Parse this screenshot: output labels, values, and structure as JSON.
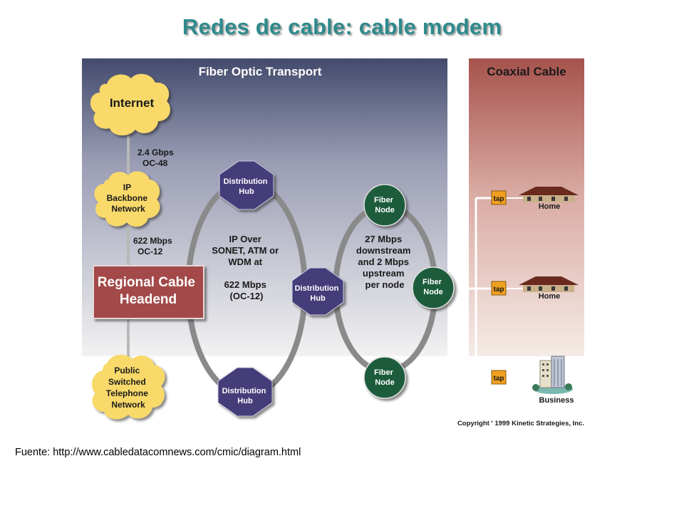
{
  "title": "Redes de cable: cable modem",
  "source": "Fuente: http://www.cabledatacomnews.com/cmic/diagram.html",
  "colors": {
    "title": "#2f8a8c",
    "fiber_panel_top": "#434a6c",
    "fiber_panel_bottom": "#f2f2f2",
    "coax_panel_top": "#a6524c",
    "coax_panel_bottom": "#f5ebe6",
    "cloud": "#f8d96a",
    "headend": "#a3484a",
    "hub": "#443d7a",
    "fiber_node": "#1c5b3c",
    "tap": "#f0a020"
  },
  "diagram": {
    "fiber_title": "Fiber Optic Transport",
    "coax_title": "Coaxial Cable",
    "internet": "Internet",
    "link1": [
      "2.4 Gbps",
      "OC-48"
    ],
    "ip_backbone": [
      "IP",
      "Backbone",
      "Network"
    ],
    "link2": [
      "622 Mbps",
      "OC-12"
    ],
    "headend": [
      "Regional Cable",
      "Headend"
    ],
    "pstn": [
      "Public",
      "Switched",
      "Telephone",
      "Network"
    ],
    "ring1_text": [
      "IP Over",
      "SONET, ATM or",
      "WDM at",
      "",
      "622 Mbps",
      "(OC-12)"
    ],
    "ring2_text": [
      "27 Mbps",
      "downstream",
      "and 2 Mbps",
      "upstream",
      "per node"
    ],
    "hub_label": [
      "Distribution",
      "Hub"
    ],
    "node_label": [
      "Fiber",
      "Node"
    ],
    "tap_label": "tap",
    "home_label": "Home",
    "business_label": "Business",
    "copyright": "Copyright ' 1999 Kinetic Strategies, Inc.",
    "icons": [
      "cloud-icon",
      "house-icon",
      "office-building-icon"
    ]
  }
}
